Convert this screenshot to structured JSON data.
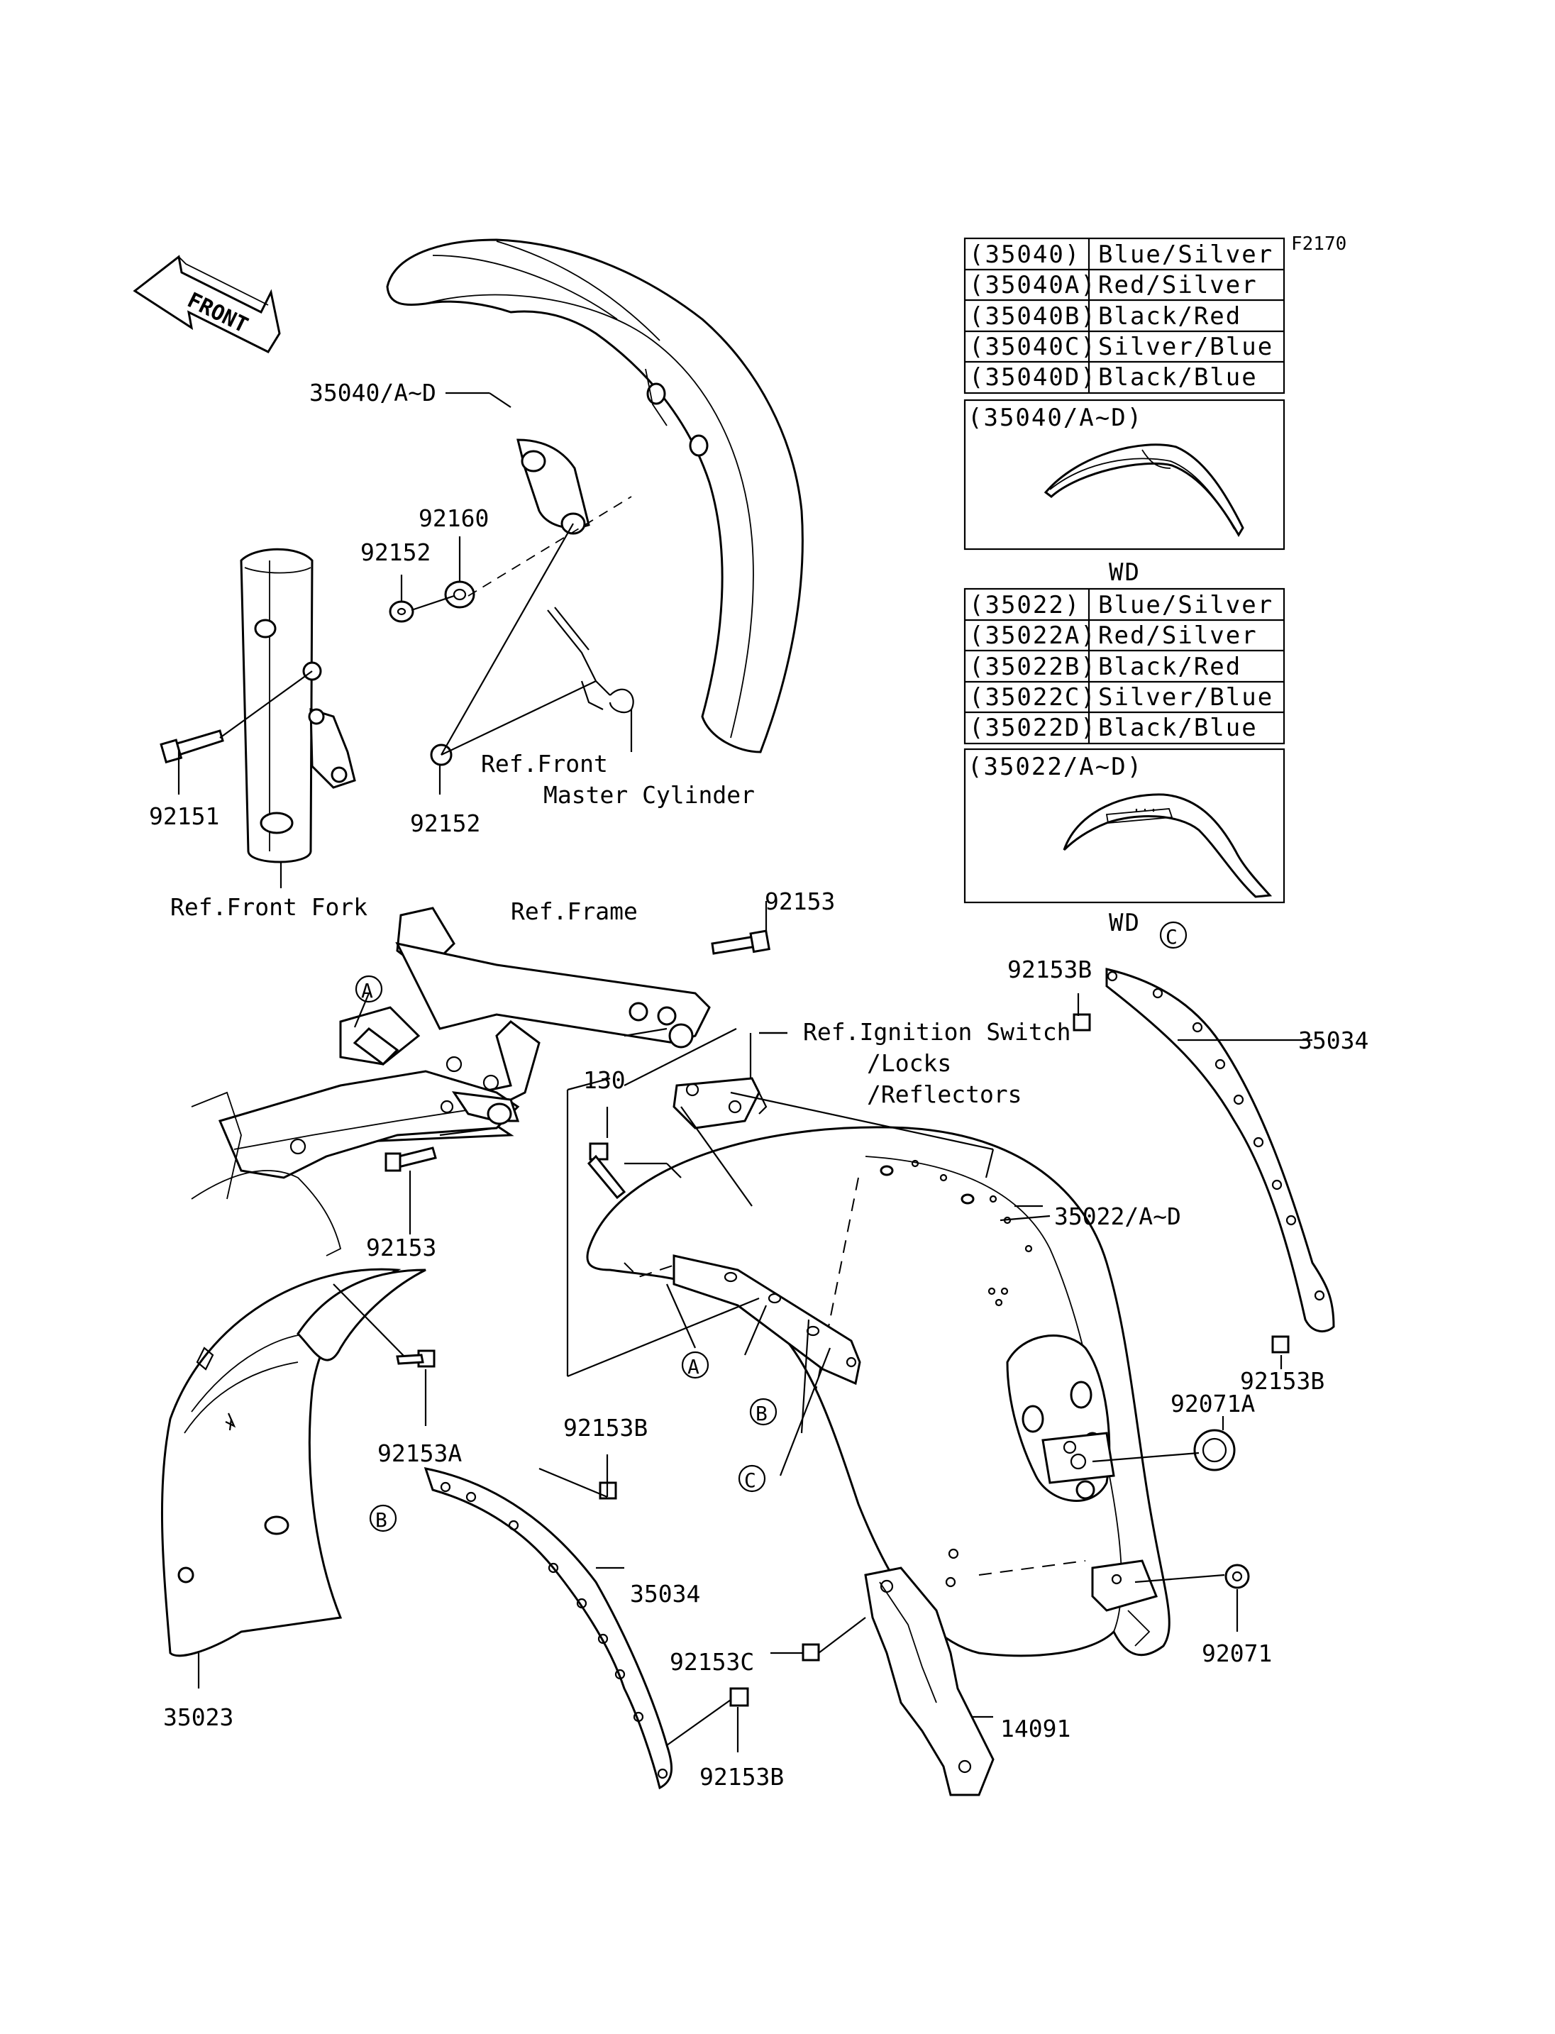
{
  "figure_code": "F2170",
  "front_arrow_label": "FRONT",
  "table_1": [
    {
      "part": "(35040)",
      "color": "Blue/Silver"
    },
    {
      "part": "(35040A)",
      "color": "Red/Silver"
    },
    {
      "part": "(35040B)",
      "color": "Black/Red"
    },
    {
      "part": "(35040C)",
      "color": "Silver/Blue"
    },
    {
      "part": "(35040D)",
      "color": "Black/Blue"
    }
  ],
  "inset_1_label": "(35040/A~D)",
  "wd_label_1": "WD",
  "table_2": [
    {
      "part": "(35022)",
      "color": "Blue/Silver"
    },
    {
      "part": "(35022A)",
      "color": "Red/Silver"
    },
    {
      "part": "(35022B)",
      "color": "Black/Red"
    },
    {
      "part": "(35022C)",
      "color": "Silver/Blue"
    },
    {
      "part": "(35022D)",
      "color": "Black/Blue"
    }
  ],
  "inset_2_label": "(35022/A~D)",
  "wd_label_2": "WD",
  "callouts": {
    "front_fender": "35040/A~D",
    "p92160": "92160",
    "p92152_top": "92152",
    "p92151": "92151",
    "p92152_bottom": "92152",
    "ref_front_master_1": "Ref.Front",
    "ref_front_master_2": "Master Cylinder",
    "ref_front_fork": "Ref.Front Fork",
    "ref_frame": "Ref.Frame",
    "p92153_top": "92153",
    "ref_ignition_1": "Ref.Ignition Switch",
    "ref_ignition_2": "/Locks",
    "ref_ignition_3": "/Reflectors",
    "p130": "130",
    "p92153_left": "92153",
    "rear_fender": "35022/A~D",
    "p92153b_right_top": "92153B",
    "p35034_right": "35034",
    "p92153b_right_bottom": "92153B",
    "p92071a": "92071A",
    "p92071": "92071",
    "p92153a": "92153A",
    "p92153b_mid": "92153B",
    "p35034_left": "35034",
    "p92153c": "92153C",
    "p14091": "14091",
    "p92153b_bottom": "92153B",
    "p35023": "35023"
  },
  "circle_refs": {
    "a1": "A",
    "a2": "A",
    "b1": "B",
    "b2": "B",
    "c1": "C",
    "c2": "C"
  }
}
